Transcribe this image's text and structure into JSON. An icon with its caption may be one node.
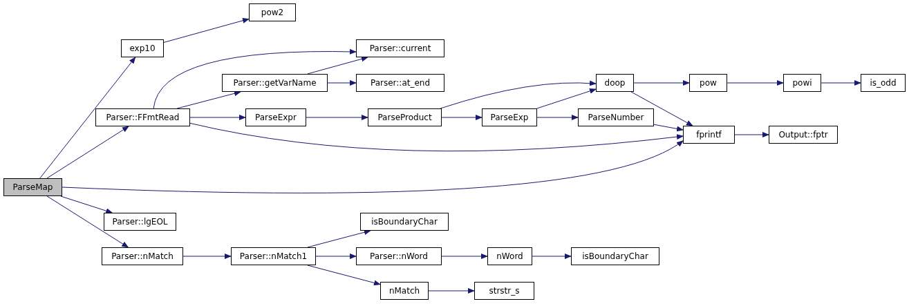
{
  "diagram": {
    "nodes": [
      {
        "text": [
          "ParseMap"
        ]
      },
      {
        "text": [
          "exp10"
        ]
      },
      {
        "text": [
          "pow2"
        ]
      },
      {
        "text": [
          "Parser::FFmtRead"
        ]
      },
      {
        "text": [
          "Parser::current"
        ]
      },
      {
        "text": [
          "Parser::getVarName"
        ]
      },
      {
        "text": [
          "Parser::at_end"
        ]
      },
      {
        "text": [
          "ParseExpr"
        ]
      },
      {
        "text": [
          "ParseProduct"
        ]
      },
      {
        "text": [
          "doop"
        ]
      },
      {
        "text": [
          "ParseExp"
        ]
      },
      {
        "text": [
          "ParseNumber"
        ]
      },
      {
        "text": [
          "pow"
        ]
      },
      {
        "text": [
          "powi"
        ]
      },
      {
        "text": [
          "is_odd"
        ]
      },
      {
        "text": [
          "fprintf"
        ]
      },
      {
        "text": [
          "Output::fptr"
        ]
      },
      {
        "text": [
          "Parser::lgEOL"
        ]
      },
      {
        "text": [
          "Parser::nMatch"
        ]
      },
      {
        "text": [
          "Parser::nMatch1"
        ]
      },
      {
        "text": [
          "isBoundaryChar"
        ]
      },
      {
        "text": [
          "Parser::nWord"
        ]
      },
      {
        "text": [
          "nMatch"
        ]
      },
      {
        "text": [
          "nWord"
        ]
      },
      {
        "text": [
          "isBoundaryChar"
        ]
      },
      {
        "text": [
          "strstr_s"
        ]
      }
    ],
    "edges": [
      {
        "from": 0,
        "to": 1,
        "arrow": "to"
      },
      {
        "from": 0,
        "to": 3,
        "arrow": "to"
      },
      {
        "from": 0,
        "to": 15,
        "arrow": "to"
      },
      {
        "from": 0,
        "to": 17,
        "arrow": "to"
      },
      {
        "from": 0,
        "to": 18,
        "arrow": "to"
      },
      {
        "from": 1,
        "to": 2,
        "arrow": "to"
      },
      {
        "from": 3,
        "to": 4,
        "arrow": "to"
      },
      {
        "from": 3,
        "to": 5,
        "arrow": "to"
      },
      {
        "from": 3,
        "to": 7,
        "arrow": "to"
      },
      {
        "from": 3,
        "to": 15,
        "arrow": "to"
      },
      {
        "from": 5,
        "to": 4,
        "arrow": "to"
      },
      {
        "from": 5,
        "to": 6,
        "arrow": "to"
      },
      {
        "from": 7,
        "to": 8,
        "arrow": "to"
      },
      {
        "from": 8,
        "to": 9,
        "arrow": "to"
      },
      {
        "from": 8,
        "to": 10,
        "arrow": "to"
      },
      {
        "from": 10,
        "to": 9,
        "arrow": "to"
      },
      {
        "from": 10,
        "to": 11,
        "arrow": "to"
      },
      {
        "from": 11,
        "to": 15,
        "arrow": "to"
      },
      {
        "from": 9,
        "to": 12,
        "arrow": "to"
      },
      {
        "from": 9,
        "to": 15,
        "arrow": "to"
      },
      {
        "from": 12,
        "to": 13,
        "arrow": "to"
      },
      {
        "from": 13,
        "to": 14,
        "arrow": "to"
      },
      {
        "from": 15,
        "to": 16,
        "arrow": "to"
      },
      {
        "from": 18,
        "to": 19,
        "arrow": "to"
      },
      {
        "from": 19,
        "to": 20,
        "arrow": "to"
      },
      {
        "from": 19,
        "to": 21,
        "arrow": "to"
      },
      {
        "from": 19,
        "to": 22,
        "arrow": "to"
      },
      {
        "from": 21,
        "to": 23,
        "arrow": "to"
      },
      {
        "from": 23,
        "to": 24,
        "arrow": "to"
      },
      {
        "from": 22,
        "to": 25,
        "arrow": "to"
      }
    ]
  }
}
